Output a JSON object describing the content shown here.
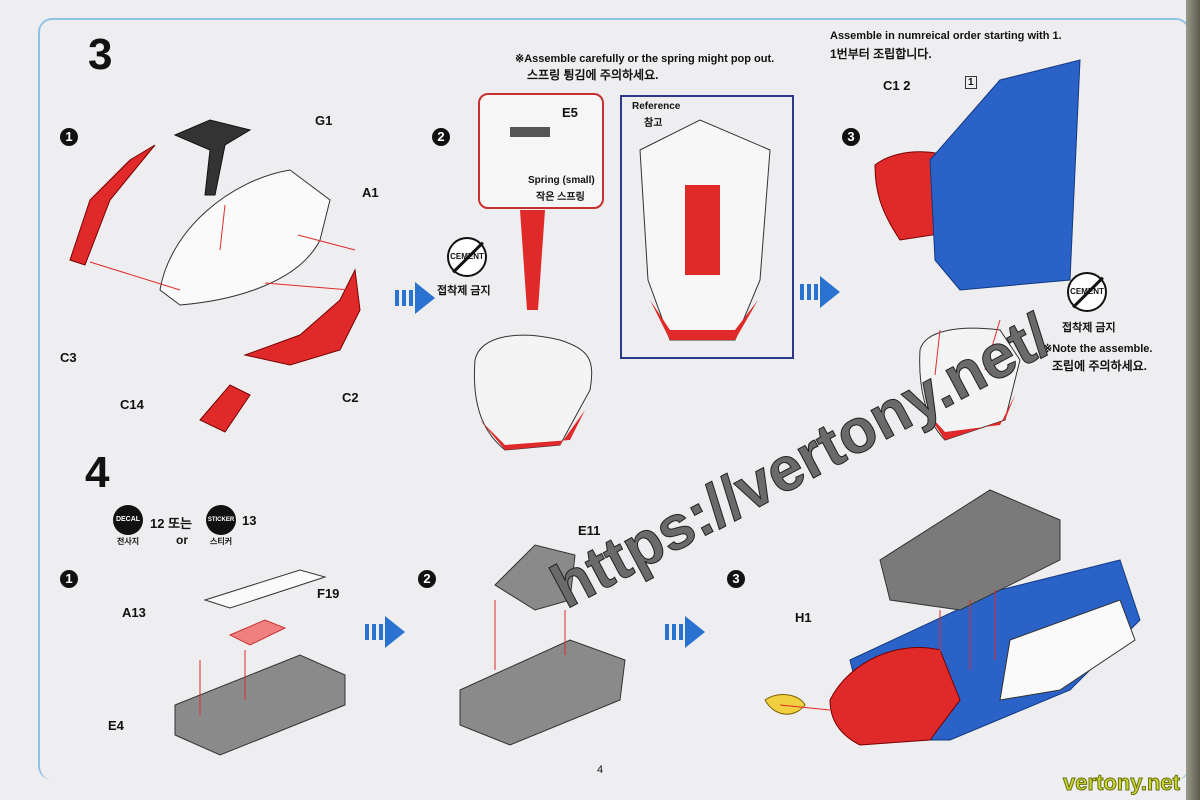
{
  "step3": {
    "number": "3",
    "sub1": {
      "marker": "1",
      "labels": {
        "g1": "G1",
        "a1": "A1",
        "c3": "C3",
        "c2": "C2",
        "c14": "C14"
      }
    },
    "sub2": {
      "marker": "2",
      "note_en": "※Assemble carefully or the spring might pop out.",
      "note_ko": "스프링 튕김에 주의하세요.",
      "e5": "E5",
      "spring_en": "Spring (small)",
      "spring_ko": "작은 스프링",
      "cement_icon": "CEMENT",
      "no_cement": "접착제 금지",
      "reference_en": "Reference",
      "reference_ko": "참고"
    },
    "sub3": {
      "marker": "3",
      "order_en": "Assemble in numreical order starting with 1.",
      "order_ko": "1번부터 조립합니다.",
      "c1": "C1 2",
      "box1": "1",
      "cement_icon": "CEMENT",
      "no_cement": "접착제 금지",
      "note_en": "※Note the assemble.",
      "note_ko": "조립에 주의하세요."
    }
  },
  "step4": {
    "number": "4",
    "sub1": {
      "marker": "1",
      "decal_badge": "DECAL",
      "decal_ko": "전사지",
      "decal_num": "12 또는",
      "or": "or",
      "sticker_badge": "STICKER",
      "sticker_ko": "스티커",
      "sticker_num": "13",
      "a13": "A13",
      "f19": "F19",
      "e4": "E4"
    },
    "sub2": {
      "marker": "2",
      "e11": "E11"
    },
    "sub3": {
      "marker": "3",
      "h1": "H1"
    }
  },
  "watermark": "https://vertony.net/",
  "brand": "vertony.net",
  "page_number": "4",
  "colors": {
    "red": "#e02a2a",
    "blue": "#2a62c8",
    "gray": "#8a8a8a",
    "frame": "#8fc3e6",
    "arrow": "#2a72d0"
  }
}
